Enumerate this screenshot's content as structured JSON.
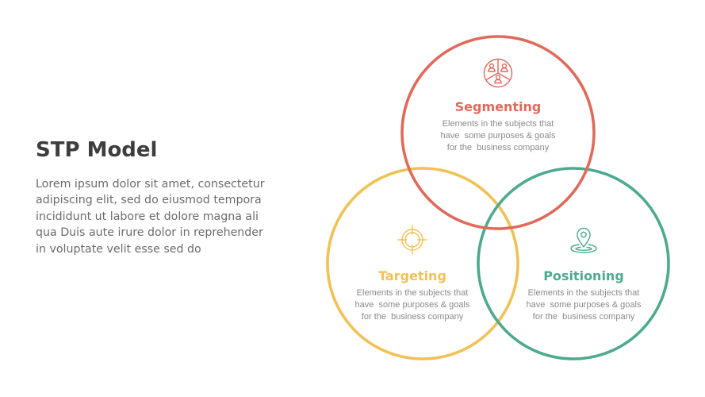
{
  "header": {
    "title": "STP Model",
    "description_lines": [
      "Lorem ipsum dolor sit amet, consectetur",
      "adipiscing elit, sed do eiusmod tempora",
      "incididunt ut labore et dolore magna ali",
      "qua Duis aute irure dolor in reprehender",
      "in voluptate velit esse sed do"
    ]
  },
  "colors": {
    "segmenting": "#E06A5A",
    "targeting": "#F2C155",
    "positioning": "#4DAA8E",
    "title": "#3d3d3d",
    "body_text": "#8a8a8a"
  },
  "circles": [
    {
      "id": "segmenting",
      "label": "Segmenting",
      "icon": "segmented-group-icon",
      "body_lines": [
        "Elements in the subjects that",
        "have  some purposes & goals",
        "for the  business company"
      ]
    },
    {
      "id": "targeting",
      "label": "Targeting",
      "icon": "target-crosshair-icon",
      "body_lines": [
        "Elements in the subjects that",
        "have  some purposes & goals",
        "for the  business company"
      ]
    },
    {
      "id": "positioning",
      "label": "Positioning",
      "icon": "location-pin-icon",
      "body_lines": [
        "Elements in the subjects that",
        "have  some purposes & goals",
        "for the  business company"
      ]
    }
  ]
}
